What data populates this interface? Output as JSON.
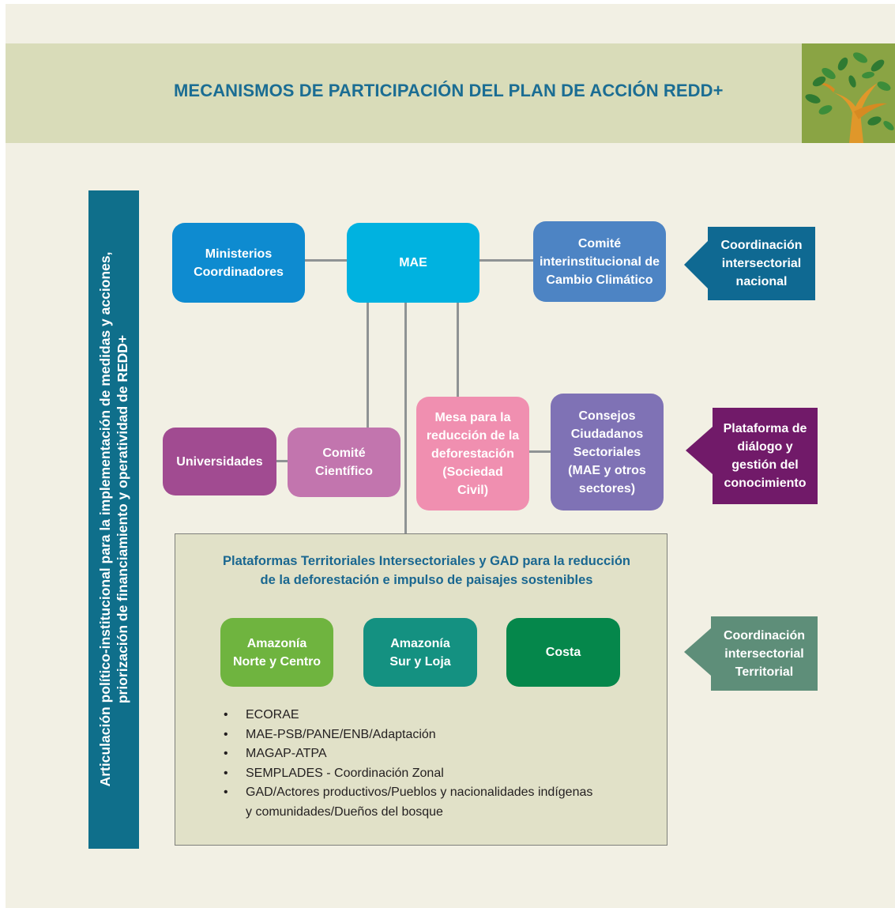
{
  "header": {
    "title": "MECANISMOS DE PARTICIPACIÓN DEL PLAN DE ACCIÓN REDD+",
    "logo": "tree-illustration"
  },
  "side_label": {
    "line1": "Articulación político-institucional para la implementación de medidas y acciones,",
    "line2": "priorización de financiamiento y  operatividad de REDD+"
  },
  "nodes": {
    "ministerios": "Ministerios Coordinadores",
    "mae": "MAE",
    "comite_cc_l1": "Comité",
    "comite_cc_l2": "interinstitucional de",
    "comite_cc_l3": "Cambio Climático",
    "universidades": "Universidades",
    "comite_cientifico": "Comité Científico",
    "mesa_l1": "Mesa para la",
    "mesa_l2": "reducción de la",
    "mesa_l3": "deforestación",
    "mesa_l4": "(Sociedad",
    "mesa_l5": "Civil)",
    "consejos_l1": "Consejos",
    "consejos_l2": "Ciudadanos",
    "consejos_l3": "Sectoriales",
    "consejos_l4": "(MAE y otros",
    "consejos_l5": "sectores)"
  },
  "tags": {
    "nacional_l1": "Coordinación",
    "nacional_l2": "intersectorial",
    "nacional_l3": "nacional",
    "plataforma_l1": "Plataforma de",
    "plataforma_l2": "diálogo y",
    "plataforma_l3": "gestión del",
    "plataforma_l4": "conocimiento",
    "territorial_l1": "Coordinación",
    "territorial_l2": "intersectorial",
    "territorial_l3": "Territorial"
  },
  "territorial": {
    "title_l1": "Plataformas Territoriales Intersectoriales y GAD para la reducción",
    "title_l2": "de la deforestación e impulso de paisajes sostenibles",
    "region1_l1": "Amazonía",
    "region1_l2": "Norte y Centro",
    "region2_l1": "Amazonía",
    "region2_l2": "Sur y Loja",
    "region3": "Costa",
    "bullets": [
      "ECORAE",
      "MAE-PSB/PANE/ENB/Adaptación",
      "MAGAP-ATPA",
      "SEMPLADES - Coordinación Zonal",
      "GAD/Actores productivos/Pueblos y nacionalidades indígenas y comunidades/Dueños del bosque"
    ]
  },
  "colors": {
    "title": "#1b6d93",
    "side_bar": "#0f6f8b",
    "ministerios": "#0e8bd0",
    "mae": "#00b2e0",
    "comite_cc": "#4d84c4",
    "universidades": "#a14b91",
    "comite_cientifico": "#c275ae",
    "mesa": "#f08fb0",
    "consejos": "#7f72b5",
    "tag_nacional": "#0f6992",
    "tag_plataforma": "#711a69",
    "tag_territorial": "#5e8e79",
    "amazonia_norte": "#6fb43f",
    "amazonia_sur": "#149181",
    "costa": "#05874b"
  }
}
